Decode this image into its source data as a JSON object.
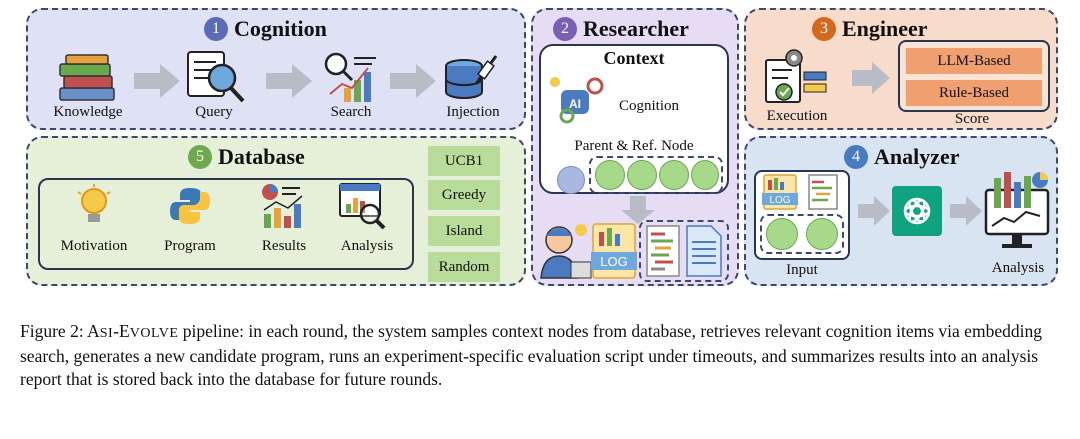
{
  "cognition": {
    "number": "1",
    "title": "Cognition",
    "steps": [
      "Knowledge",
      "Query",
      "Search",
      "Injection"
    ]
  },
  "researcher": {
    "number": "2",
    "title": "Researcher",
    "context_title": "Context",
    "cognition_label": "Cognition",
    "ai_label": "AI",
    "node_label": "Parent & Ref. Node",
    "log_label": "LOG"
  },
  "engineer": {
    "number": "3",
    "title": "Engineer",
    "execution_label": "Execution",
    "score_items": [
      "LLM-Based",
      "Rule-Based"
    ],
    "score_label": "Score"
  },
  "analyzer": {
    "number": "4",
    "title": "Analyzer",
    "log_label": "LOG",
    "input_label": "Input",
    "analysis_label": "Analysis"
  },
  "database": {
    "number": "5",
    "title": "Database",
    "items": [
      "Motivation",
      "Program",
      "Results",
      "Analysis"
    ],
    "strategies": [
      "UCB1",
      "Greedy",
      "Island",
      "Random"
    ]
  },
  "caption": {
    "prefix": "Figure 2: ",
    "name_a": "A",
    "name_b": "SI",
    "name_c": "-E",
    "name_d": "VOLVE",
    "text": " pipeline: in each round, the system samples context nodes from database, retrieves relevant cognition items via embedding search, generates a new candidate program, runs an experiment-specific evaluation script under timeouts, and summarizes results into an analysis report that is stored back into the database for future rounds."
  },
  "colors": {
    "cognition_bg": "#dfe2f5",
    "researcher_bg": "#e6dcf4",
    "engineer_bg": "#f7dccb",
    "analyzer_bg": "#d9e4f3",
    "database_bg": "#e6f0d8",
    "num1": "#5b6bb5",
    "num2": "#7a5fb5",
    "num3": "#d2691e",
    "num4": "#4a7bc0",
    "num5": "#6fa84f",
    "score_box": "#f0a070",
    "strategy_box": "#b9dc9a"
  }
}
